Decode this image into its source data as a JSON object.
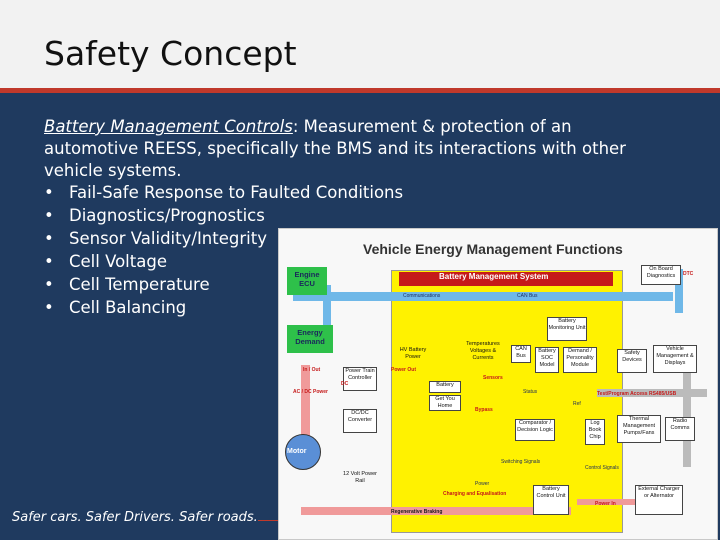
{
  "slide": {
    "title": "Safety Concept",
    "intro_em": "Battery Management Controls",
    "intro_rest": ": Measurement & protection of an automotive REESS, specifically the BMS and its interactions with other vehicle systems.",
    "bullet_char": "•",
    "bullets": [
      "Fail-Safe Response to Faulted Conditions",
      "Diagnostics/Prognostics",
      "Sensor Validity/Integrity",
      "Cell Voltage",
      "Cell Temperature",
      "Cell Balancing"
    ],
    "footer": "Safer cars. Safer Drivers. Safer roads."
  },
  "diagram": {
    "title": "Vehicle Energy Management Functions",
    "bms_title": "Battery Management System",
    "engine_ecu": "Engine ECU",
    "energy_demand": "Energy Demand",
    "communications": "Communications",
    "can_bus": "CAN Bus",
    "on_board_diag": "On Board Diagnostics",
    "dtc": "DTC",
    "battery_monitoring_unit": "Battery Monitoring Unit",
    "hv_battery_power": "HV Battery Power",
    "temps_voltages_currents": "Temperatures Voltages & Currents",
    "can_bus_box": "CAN Bus",
    "battery_soc_model": "Battery SOC Model",
    "demand_personality": "Demand / Personality Module",
    "safety_devices": "Safety Devices",
    "vehicle_mgmt_displays": "Vehicle Management & Displays",
    "in_out": "In / Out",
    "power_out": "Power Out",
    "power_train_controller": "Power Train Controller",
    "ac_dc_power": "AC / DC Power",
    "sensors": "Sensors",
    "dc": "DC",
    "battery": "Battery",
    "status": "Status",
    "get_you_home": "Get You Home",
    "ref": "Ref",
    "test_program_access": "Test/Program Access RS485/USB",
    "bypass": "Bypass",
    "dcdc_converter": "DC/DC Converter",
    "comparator": "Comparator / Decision Logic",
    "log_book_chip": "Log Book Chip",
    "thermal_mgmt": "Thermal Management Pumps/Fans",
    "radio_comms": "Radio Comms",
    "motor": "Motor",
    "switching_signals": "Switching Signals",
    "control_signals": "Control Signals",
    "twelve_volt_rail": "12 Volt Power Rail",
    "power": "Power",
    "charging_equalisation": "Charging and Equalisation",
    "battery_control_unit": "Battery Control Unit",
    "power_in": "Power In",
    "external_charger": "External Charger or Alternator",
    "regenerative_braking": "Regenerative Braking"
  }
}
